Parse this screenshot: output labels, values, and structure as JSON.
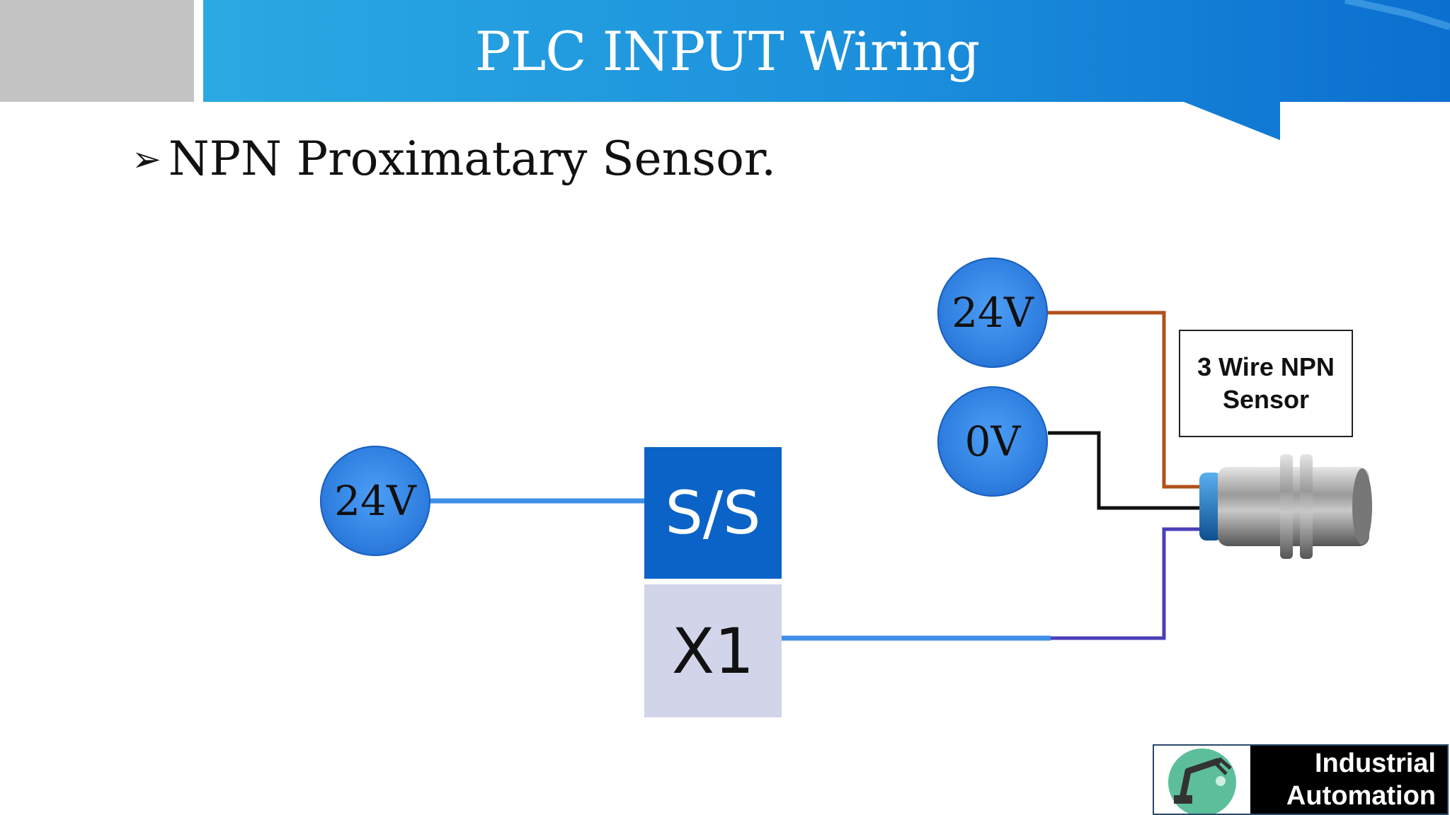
{
  "header": {
    "title": "PLC INPUT Wiring"
  },
  "bullet": {
    "marker": "➢",
    "text": "NPN Proximatary Sensor."
  },
  "diagram": {
    "left_supply": "24V",
    "plc_common": "S/S",
    "plc_input": "X1",
    "sensor_supply_pos": "24V",
    "sensor_supply_neg": "0V",
    "sensor_label_line1": "3 Wire NPN",
    "sensor_label_line2": "Sensor",
    "wire_colors": {
      "common": "#3f8fe6",
      "brown": "#b0501a",
      "black": "#111111",
      "blue_signal": "#4b3fb8"
    }
  },
  "logo": {
    "line1": "Industrial",
    "line2": "Automation"
  }
}
